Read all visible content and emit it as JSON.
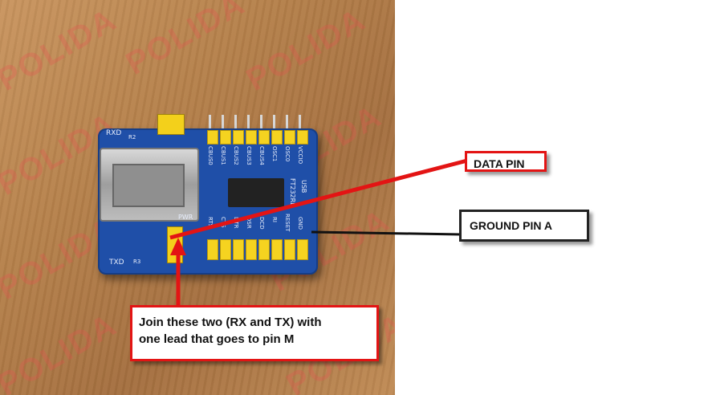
{
  "watermark": "POLIDA",
  "board_labels": {
    "rxd": "RXD",
    "txd": "TXD",
    "r2": "R2",
    "r3": "R3",
    "top_pins": [
      "CBUS0",
      "CBUS1",
      "CBUS2",
      "CBUS3",
      "CBUS4",
      "OSC1",
      "OSC0",
      "VCCIO"
    ],
    "bottom_pins": [
      "RTS",
      "CTS",
      "DTR",
      "DSR",
      "DCD",
      "RI",
      "RESET",
      "GND"
    ],
    "ft232rl": "FT232RL",
    "usb": "USB",
    "pwr": "PWR"
  },
  "callouts": {
    "data_pin": "DATA PIN",
    "ground_pin": "GROUND PIN A",
    "join_line1": "Join these two (RX and TX) with",
    "join_line2": "one lead that goes to pin M"
  },
  "colors": {
    "arrow_red": "#e31414",
    "arrow_black": "#111111",
    "board_blue": "#1f4fa8",
    "header_yellow": "#f5d320"
  }
}
